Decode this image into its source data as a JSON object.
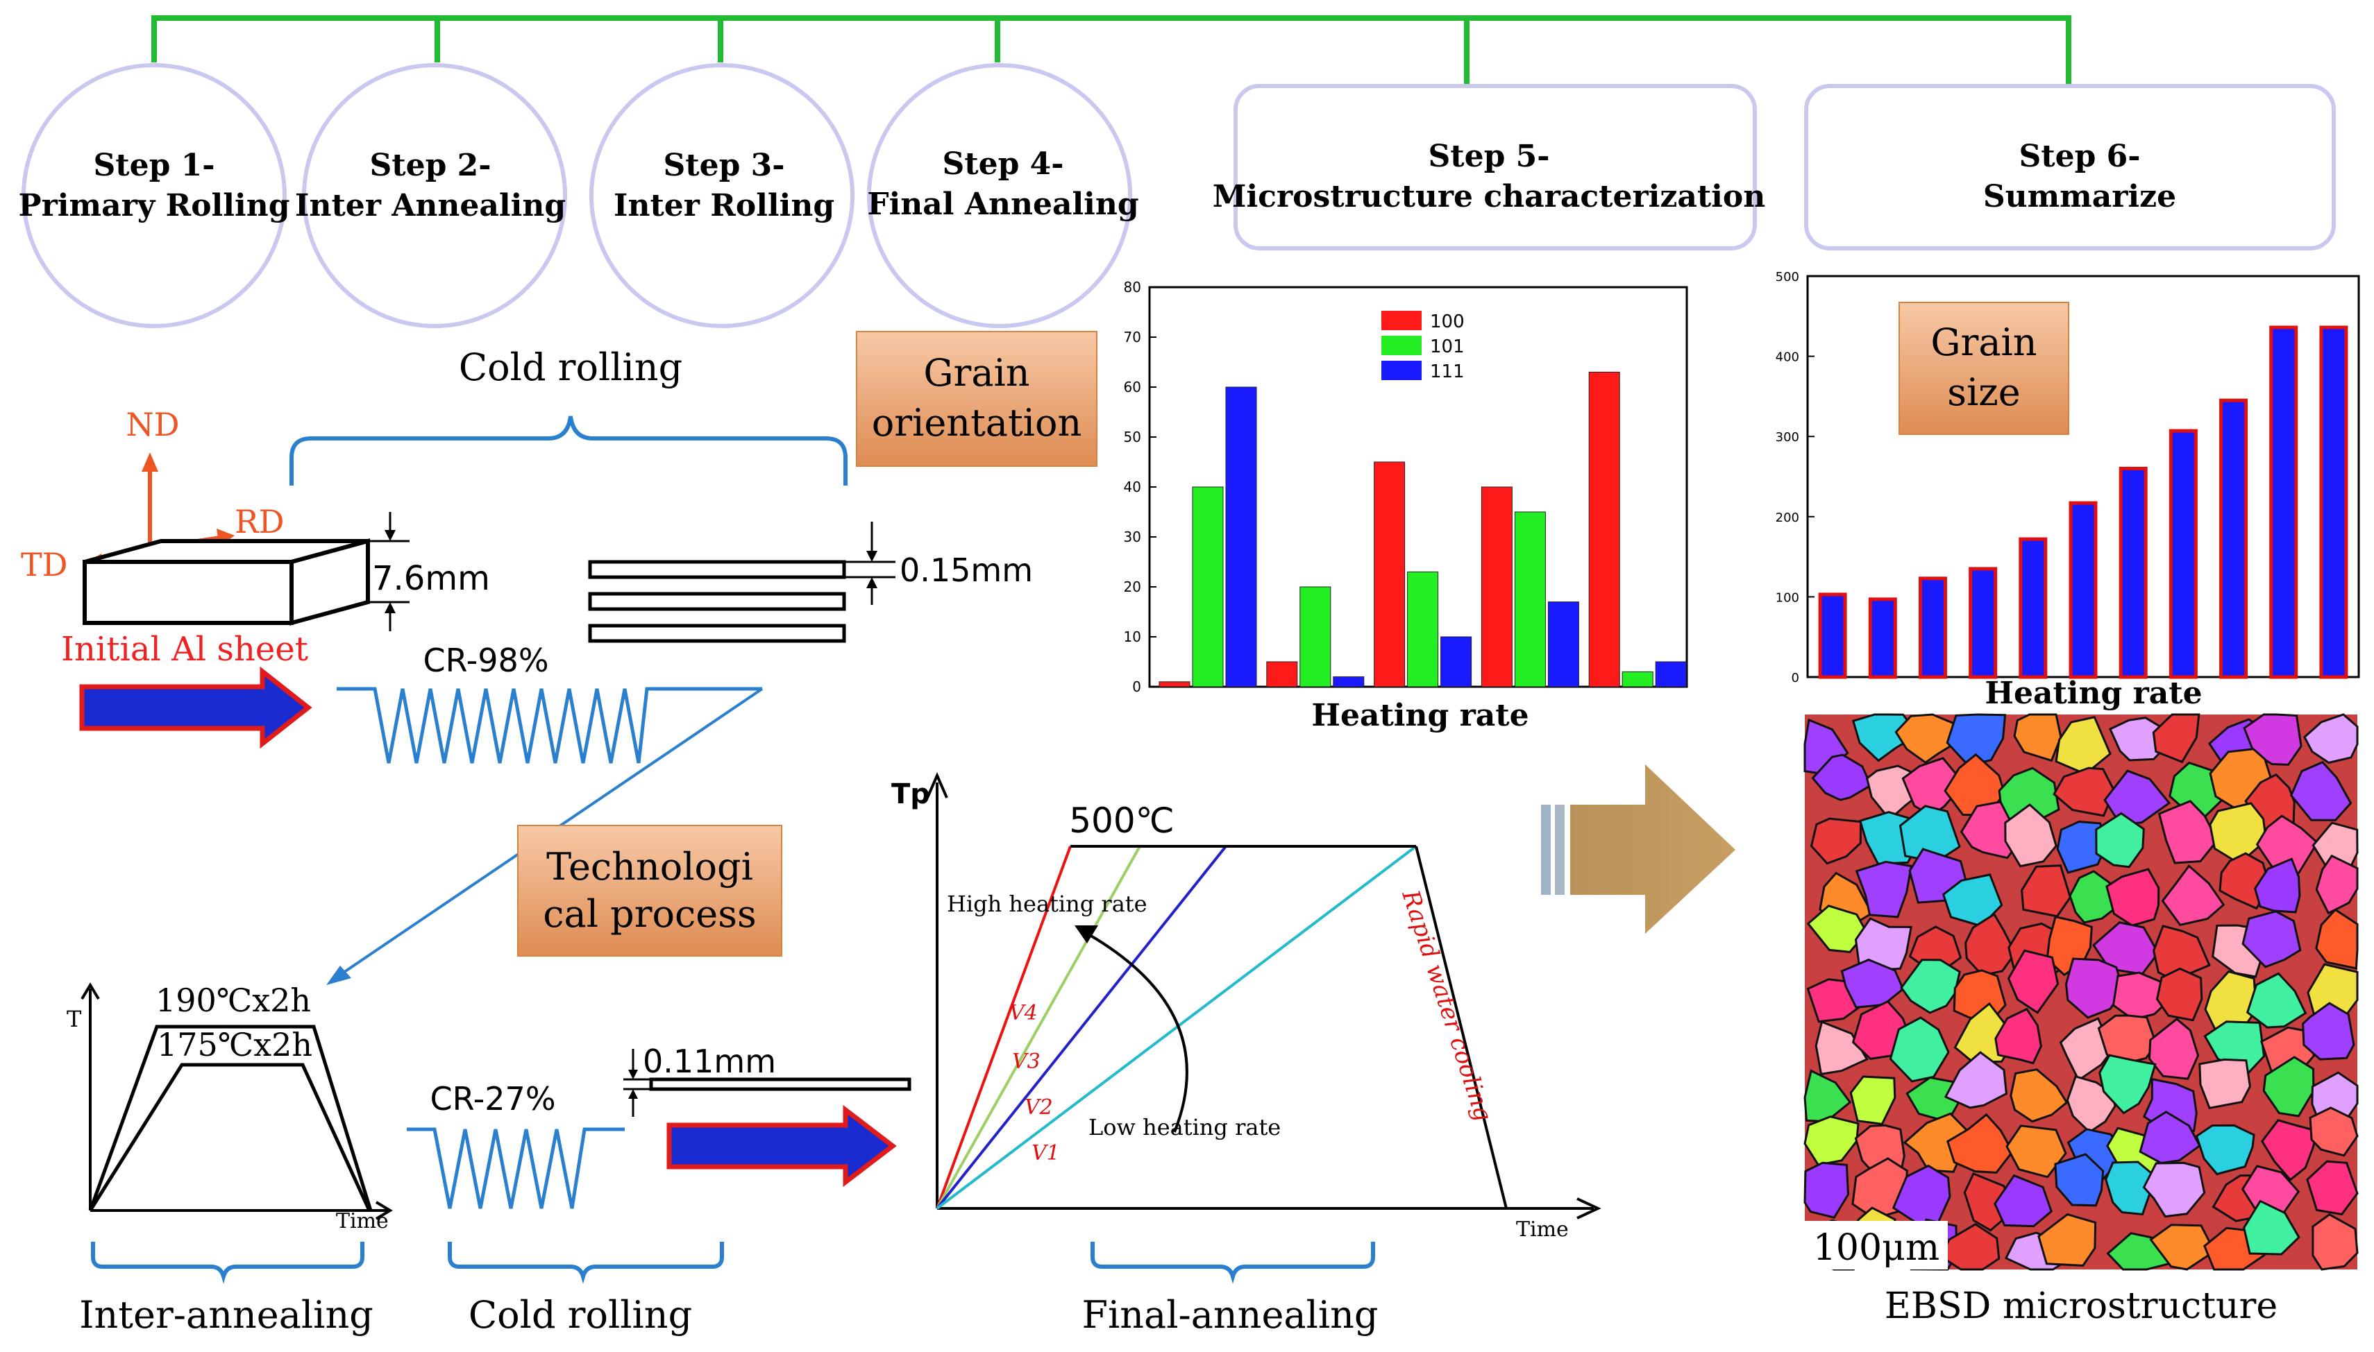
{
  "steps": [
    {
      "line1": "Step 1-",
      "line2": "Primary Rolling"
    },
    {
      "line1": "Step 2-",
      "line2": "Inter Annealing"
    },
    {
      "line1": "Step 3-",
      "line2": "Inter Rolling"
    },
    {
      "line1": "Step 4-",
      "line2": "Final Annealing"
    },
    {
      "line1": "Step 5-",
      "line2": "Microstructure characterization"
    },
    {
      "line1": "Step 6-",
      "line2": "Summarize"
    }
  ],
  "callouts": {
    "grain_orientation": {
      "line1": "Grain",
      "line2": "orientation"
    },
    "grain_size": {
      "line1": "Grain",
      "line2": "size"
    },
    "technological_process": {
      "line1": "Technologi",
      "line2": "cal process"
    }
  },
  "sheet": {
    "nd": "ND",
    "rd": "RD",
    "td": "TD",
    "thickness": "7.6mm",
    "label": "Initial  Al sheet",
    "cold_rolling_title": "Cold rolling",
    "cr_primary": "CR-98%",
    "thin_thickness": "0.15mm"
  },
  "inter": {
    "t_axis": "T",
    "time_axis": "Time",
    "temp_high": "190℃x2h",
    "temp_low": "175℃x2h",
    "cr_inter": "CR-27%",
    "final_thickness": "0.11mm",
    "label_inter_annealing": "Inter-annealing",
    "label_cold_rolling": "Cold rolling"
  },
  "final": {
    "tp_axis": "Tp",
    "time_axis": "Time",
    "peak": "500℃",
    "high_rate": "High heating rate",
    "low_rate": "Low heating rate",
    "quench": "Rapid water cooling",
    "v4": "V4",
    "v3": "V3",
    "v2": "V2",
    "v1": "V1",
    "label": "Final-annealing"
  },
  "orientation_chart": {
    "xlabel": "Heating rate",
    "legend": [
      "100",
      "101",
      "111"
    ],
    "colors": [
      "#ff1a1a",
      "#22ee22",
      "#1a1aff"
    ],
    "yticks": [
      "0",
      "10",
      "20",
      "30",
      "40",
      "50",
      "60",
      "70",
      "80"
    ]
  },
  "size_chart": {
    "xlabel": "Heating rate",
    "yticks": [
      "0",
      "100",
      "200",
      "300",
      "400",
      "500"
    ],
    "bar_fill": "#1a1aff",
    "bar_edge": "#e01010"
  },
  "ebsd": {
    "scale": "100μm",
    "caption": "EBSD microstructure"
  },
  "chart_data": [
    {
      "type": "bar",
      "xlabel": "Heating rate",
      "ylim": [
        0,
        80
      ],
      "series": [
        {
          "name": "100",
          "values": [
            1,
            5,
            45,
            40,
            63
          ]
        },
        {
          "name": "101",
          "values": [
            40,
            20,
            23,
            35,
            3
          ]
        },
        {
          "name": "111",
          "values": [
            60,
            2,
            10,
            17,
            5
          ]
        }
      ],
      "legend": "top-center"
    },
    {
      "type": "bar",
      "xlabel": "Heating rate",
      "ylim": [
        0,
        500
      ],
      "values": [
        103,
        97,
        123,
        135,
        172,
        217,
        260,
        307,
        345,
        436,
        436
      ]
    }
  ]
}
